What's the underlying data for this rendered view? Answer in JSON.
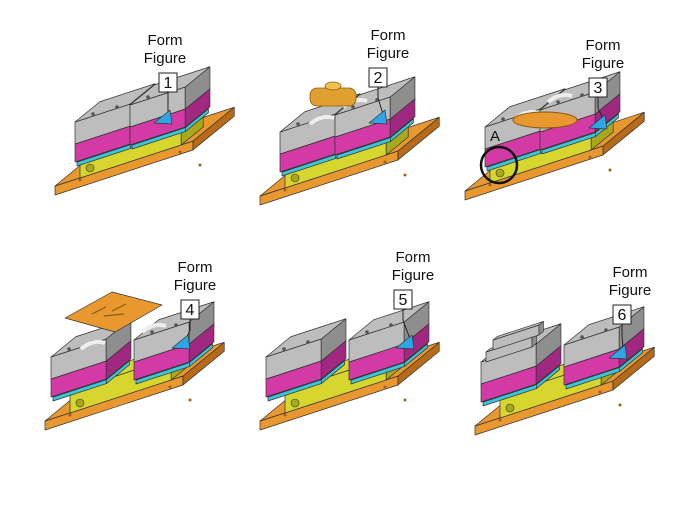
{
  "colors": {
    "plate": "#e8982f",
    "plate_dark": "#b86a18",
    "body": "#d6d62e",
    "body_dark": "#a8a818",
    "magenta": "#d43aa6",
    "magenta_dark": "#a02880",
    "gray": "#bdbdbd",
    "gray_dark": "#8e8e8e",
    "cyan": "#3cc4d8",
    "leader": "#2ea6e6"
  },
  "panels": [
    {
      "title_line1": "Form",
      "title_line2": "Figure",
      "number": "1",
      "step": 1
    },
    {
      "title_line1": "Form",
      "title_line2": "Figure",
      "number": "2",
      "step": 2
    },
    {
      "title_line1": "Form",
      "title_line2": "Figure",
      "number": "3",
      "step": 3,
      "callout": "A"
    },
    {
      "title_line1": "Form",
      "title_line2": "Figure",
      "number": "4",
      "step": 4
    },
    {
      "title_line1": "Form",
      "title_line2": "Figure",
      "number": "5",
      "step": 5
    },
    {
      "title_line1": "Form",
      "title_line2": "Figure",
      "number": "6",
      "step": 6
    }
  ]
}
